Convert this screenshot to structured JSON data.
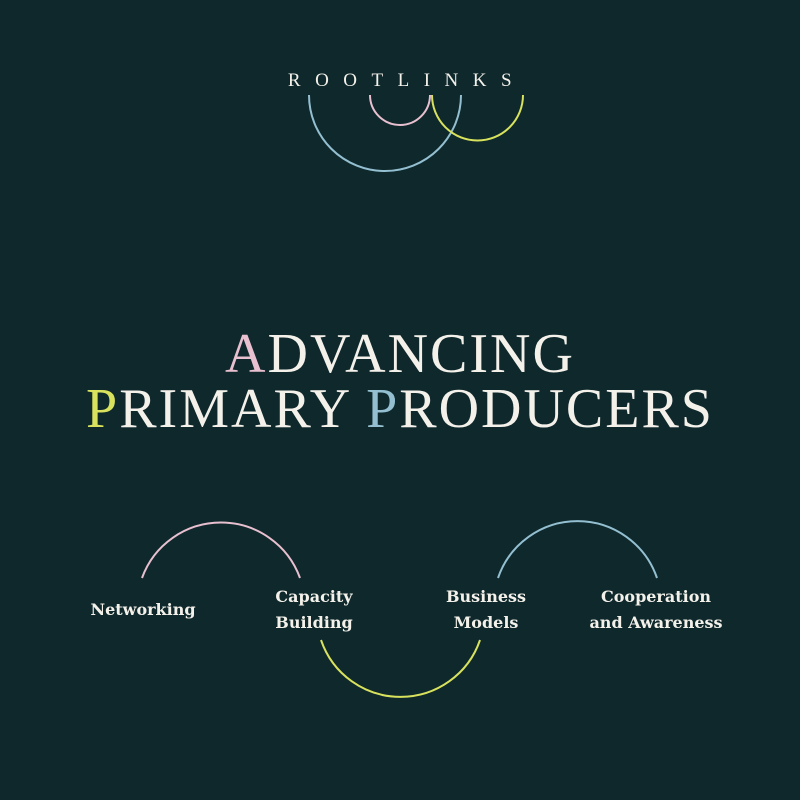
{
  "logo": {
    "text": "ROOTLINKS"
  },
  "title": {
    "line1": {
      "initial": "A",
      "rest": "DVANCING"
    },
    "line2": {
      "word1_initial": "P",
      "word1_rest": "RIMARY ",
      "word2_initial": "P",
      "word2_rest": "RODUCERS"
    }
  },
  "pillars": [
    {
      "line1": "Networking",
      "line2": ""
    },
    {
      "line1": "Capacity",
      "line2": "Building"
    },
    {
      "line1": "Business",
      "line2": "Models"
    },
    {
      "line1": "Cooperation",
      "line2": "and Awareness"
    }
  ],
  "colors": {
    "background": "#0e282c",
    "pink": "#e8c0cf",
    "yellow": "#d8e25c",
    "blue": "#93bfd0",
    "text": "#f4f1ea"
  }
}
